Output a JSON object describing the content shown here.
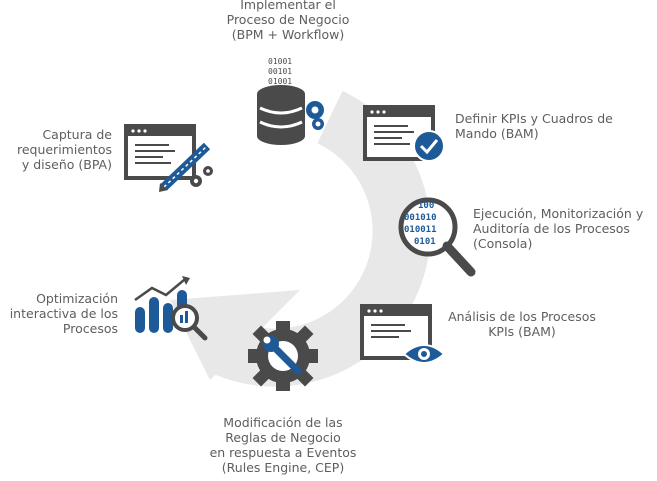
{
  "steps": [
    {
      "icon": "database-gear-icon",
      "lines": [
        "Implementar el",
        "Proceso de Negocio",
        "(BPM + Workflow)"
      ]
    },
    {
      "icon": "window-check-icon",
      "lines": [
        "Definir KPIs y Cuadros de",
        "Mando (BAM)"
      ]
    },
    {
      "icon": "magnifier-binary-icon",
      "lines": [
        "Ejecución, Monitorización y",
        "Auditoría de los Procesos",
        "(Consola)"
      ]
    },
    {
      "icon": "window-eye-icon",
      "lines": [
        "Análisis de los Procesos",
        "KPIs (BAM)"
      ]
    },
    {
      "icon": "gear-wrench-icon",
      "lines": [
        "Modificación de las",
        "Reglas de Negocio",
        "en respuesta a Eventos",
        "(Rules Engine, CEP)"
      ]
    },
    {
      "icon": "chart-magnifier-icon",
      "lines": [
        "Optimización",
        "interactiva de los",
        "Procesos"
      ]
    },
    {
      "icon": "window-pencil-gears-icon",
      "lines": [
        "Captura de",
        "requerimientos",
        "y diseño (BPA)"
      ]
    }
  ],
  "binary_text": {
    "db": [
      "01001",
      "00101",
      "01001"
    ],
    "magnifier": [
      "100",
      "001010",
      "010011",
      "0101"
    ]
  },
  "colors": {
    "dark": "#4a4a4a",
    "blue": "#1e5a98",
    "arrow": "#e8e8e8",
    "text": "#5e5e5e"
  }
}
